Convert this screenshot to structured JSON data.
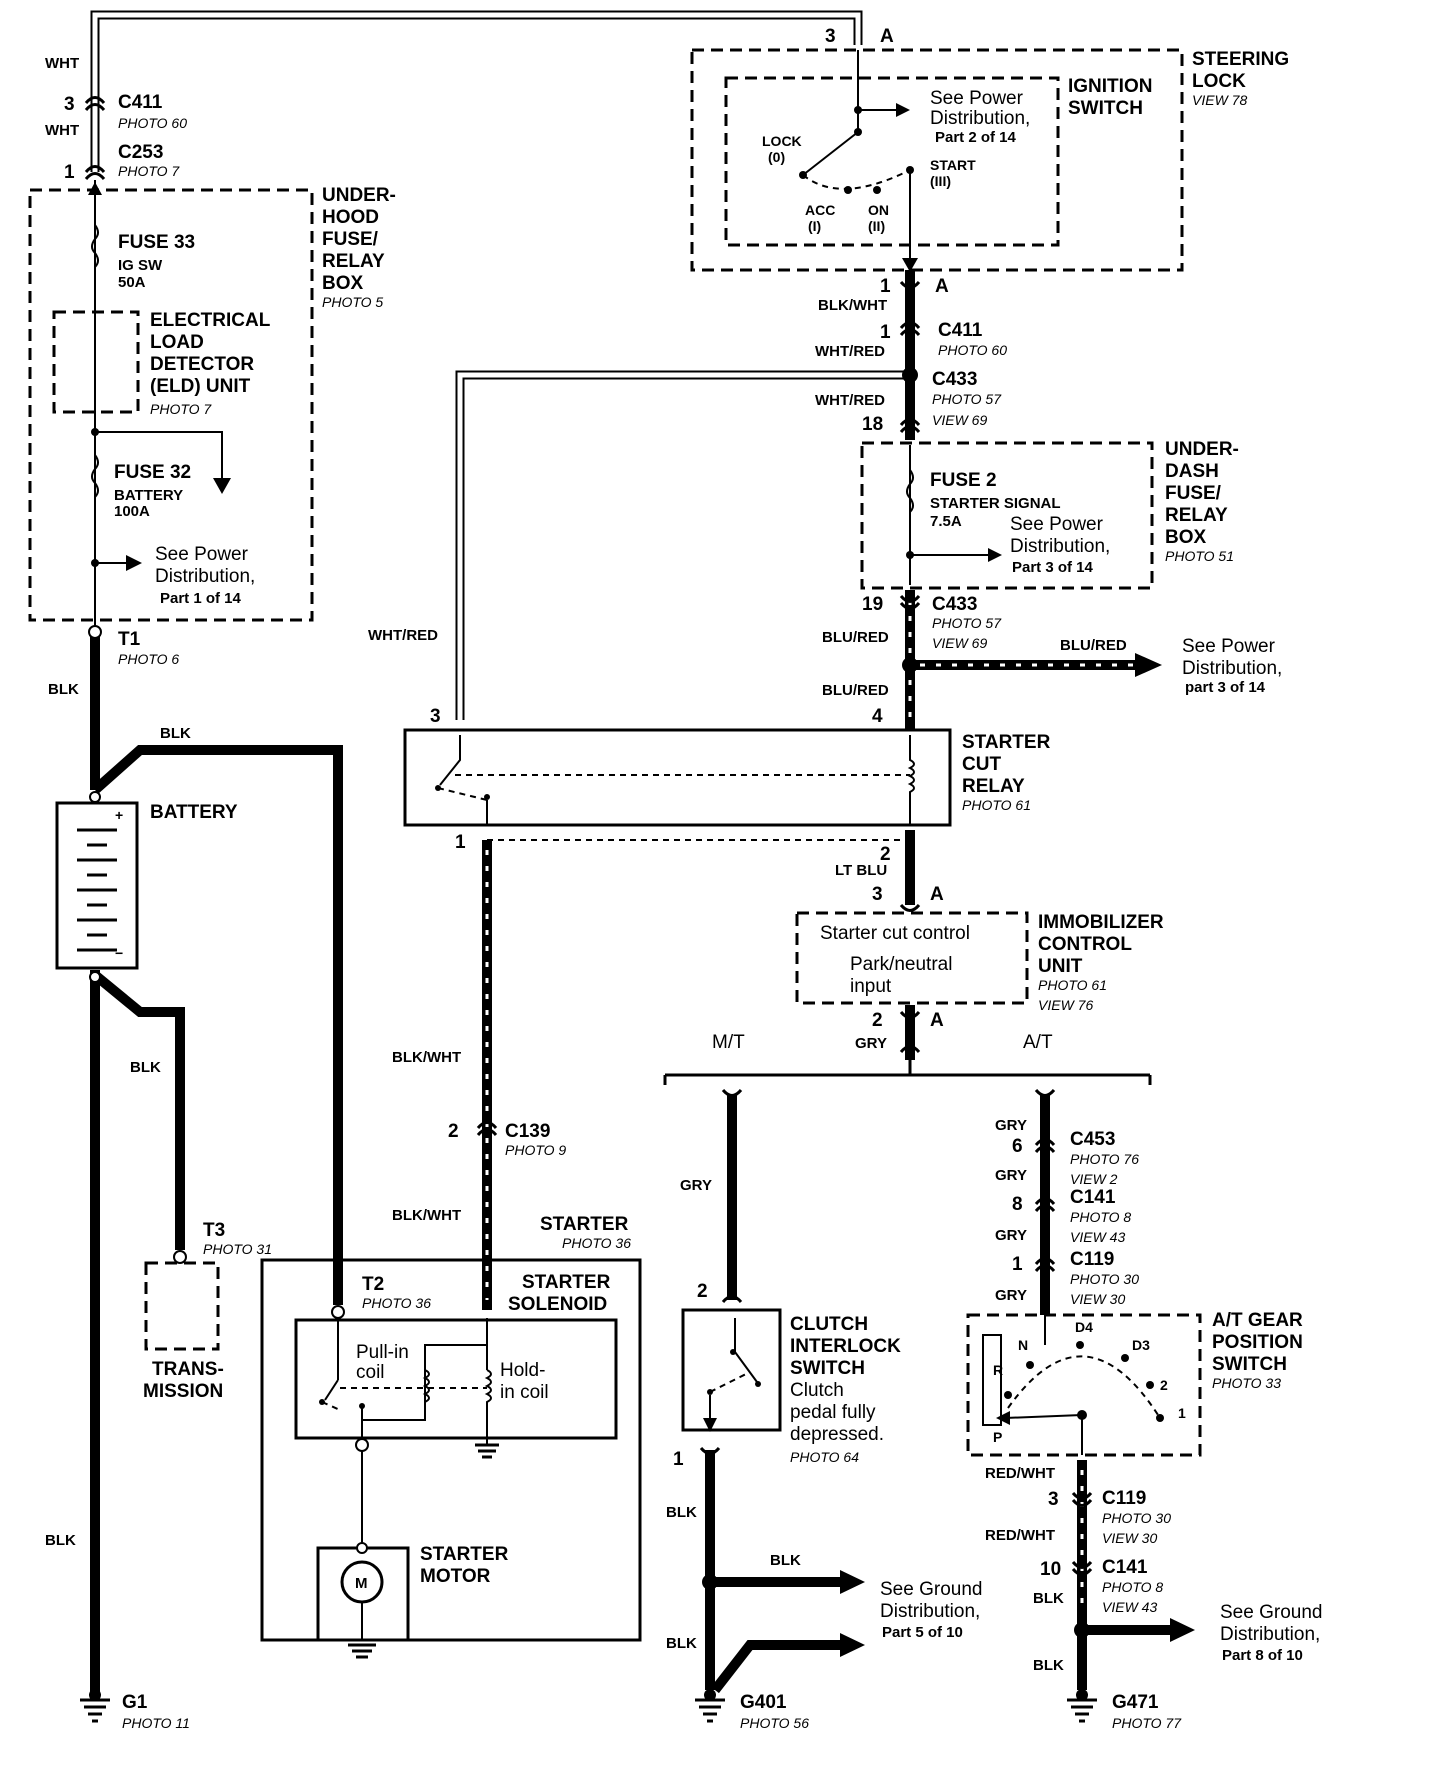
{
  "diagram": {
    "top_wire": {
      "pin_left": "3",
      "pin_right": "3",
      "pin_a": "A",
      "color": "WHT"
    },
    "c411_left": {
      "id": "C411",
      "photo": "PHOTO 60",
      "pin": "3",
      "wire": "WHT"
    },
    "c253": {
      "id": "C253",
      "photo": "PHOTO 7",
      "pin": "1"
    },
    "underhood": {
      "l1": "UNDER-",
      "l2": "HOOD",
      "l3": "FUSE/",
      "l4": "RELAY",
      "l5": "BOX",
      "photo": "PHOTO 5"
    },
    "fuse33": {
      "name": "FUSE 33",
      "l1": "IG SW",
      "l2": "50A"
    },
    "eld": {
      "l1": "ELECTRICAL",
      "l2": "LOAD",
      "l3": "DETECTOR",
      "l4": "(ELD) UNIT",
      "photo": "PHOTO 7"
    },
    "fuse32": {
      "name": "FUSE 32",
      "l1": "BATTERY",
      "l2": "100A"
    },
    "power1": {
      "l1": "See Power",
      "l2": "Distribution,",
      "l3": "Part 1 of 14"
    },
    "t1": {
      "id": "T1",
      "photo": "PHOTO 6",
      "wire": "BLK"
    },
    "battery": {
      "label": "BATTERY",
      "wire_top": "BLK",
      "wire_mid": "BLK",
      "wire_low": "BLK"
    },
    "t3": {
      "id": "T3",
      "photo": "PHOTO 31"
    },
    "transmission": {
      "l1": "TRANS-",
      "l2": "MISSION"
    },
    "g1": {
      "id": "G1",
      "photo": "PHOTO 11"
    },
    "starter": {
      "label": "STARTER",
      "photo": "PHOTO 36"
    },
    "t2": {
      "id": "T2",
      "photo": "PHOTO 36"
    },
    "solenoid": {
      "l1": "STARTER",
      "l2": "SOLENOID",
      "pull1": "Pull-in",
      "pull2": "coil",
      "hold1": "Hold-",
      "hold2": "in coil"
    },
    "motor": {
      "l1": "STARTER",
      "l2": "MOTOR",
      "symbol": "M"
    },
    "c139": {
      "id": "C139",
      "photo": "PHOTO 9",
      "pin": "2",
      "wire_top": "BLK/WHT",
      "wire_bot": "BLK/WHT"
    },
    "relay": {
      "l1": "STARTER",
      "l2": "CUT",
      "l3": "RELAY",
      "photo": "PHOTO 61",
      "pin1": "1",
      "pin2": "2",
      "pin3": "3",
      "pin4": "4",
      "wire_left": "WHT/RED"
    },
    "steering": {
      "l1": "STEERING",
      "l2": "LOCK",
      "view": "VIEW 78"
    },
    "ignition": {
      "l1": "IGNITION",
      "l2": "SWITCH",
      "p1": "See Power",
      "p2": "Distribution,",
      "p3": "Part 2 of 14",
      "lock": "LOCK",
      "lock0": "(0)",
      "acc": "ACC",
      "acc1": "(I)",
      "on": "ON",
      "on2": "(II)",
      "start": "START",
      "start3": "(III)"
    },
    "ign_out": {
      "pin": "1",
      "a": "A",
      "wire": "BLK/WHT"
    },
    "c411_right": {
      "id": "C411",
      "photo": "PHOTO 60",
      "pin": "1",
      "wire": "WHT/RED"
    },
    "c433_top": {
      "id": "C433",
      "photo": "PHOTO 57",
      "view": "VIEW 69",
      "pin": "18",
      "wire": "WHT/RED"
    },
    "underdash": {
      "l1": "UNDER-",
      "l2": "DASH",
      "l3": "FUSE/",
      "l4": "RELAY",
      "l5": "BOX",
      "photo": "PHOTO 51"
    },
    "fuse2": {
      "name": "FUSE 2",
      "l1": "STARTER SIGNAL",
      "l2": "7.5A",
      "p1": "See Power",
      "p2": "Distribution,",
      "p3": "Part 3 of 14"
    },
    "c433_bot": {
      "id": "C433",
      "photo": "PHOTO 57",
      "view": "VIEW 69",
      "pin": "19",
      "wire": "BLU/RED",
      "wire2": "BLU/RED"
    },
    "power3": {
      "wire": "BLU/RED",
      "l1": "See Power",
      "l2": "Distribution,",
      "l3": "part 3 of 14"
    },
    "immob": {
      "l1": "IMMOBILIZER",
      "l2": "CONTROL",
      "l3": "UNIT",
      "photo": "PHOTO 61",
      "view": "VIEW 76",
      "in1": "Starter cut control",
      "in2": "Park/neutral",
      "in3": "input",
      "pin3": "3",
      "a3": "A",
      "pin2": "2",
      "a2": "A",
      "wire_in": "LT BLU",
      "wire_out": "GRY"
    },
    "branch": {
      "mt": "M/T",
      "at": "A/T"
    },
    "mt_wire": "GRY",
    "clutch": {
      "l1": "CLUTCH",
      "l2": "INTERLOCK",
      "l3": "SWITCH",
      "d1": "Clutch",
      "d2": "pedal fully",
      "d3": "depressed.",
      "photo": "PHOTO 64",
      "pin2": "2",
      "pin1": "1"
    },
    "ground5": {
      "wire": "BLK",
      "l1": "See Ground",
      "l2": "Distribution,",
      "l3": "Part 5 of 10",
      "wire_low": "BLK",
      "wire_up": "BLK"
    },
    "g401": {
      "id": "G401",
      "photo": "PHOTO 56"
    },
    "c453": {
      "id": "C453",
      "photo": "PHOTO 76",
      "view": "VIEW 2",
      "pin": "6",
      "wire": "GRY"
    },
    "c141a": {
      "id": "C141",
      "photo": "PHOTO 8",
      "view": "VIEW 43",
      "pin": "8",
      "wire": "GRY"
    },
    "c119a": {
      "id": "C119",
      "photo": "PHOTO 30",
      "view": "VIEW 30",
      "pin": "1",
      "wire": "GRY",
      "wire2": "GRY"
    },
    "atgear": {
      "l1": "A/T GEAR",
      "l2": "POSITION",
      "l3": "SWITCH",
      "photo": "PHOTO 33",
      "n": "N",
      "d4": "D4",
      "d3": "D3",
      "r": "R",
      "two": "2",
      "one": "1",
      "p": "P"
    },
    "c119b": {
      "id": "C119",
      "photo": "PHOTO 30",
      "view": "VIEW 30",
      "pin": "3",
      "wire": "RED/WHT"
    },
    "c141b": {
      "id": "C141",
      "photo": "PHOTO 8",
      "view": "VIEW 43",
      "pin": "10",
      "wire": "RED/WHT"
    },
    "ground8": {
      "wire": "BLK",
      "l1": "See Ground",
      "l2": "Distribution,",
      "l3": "Part 8 of 10",
      "wire_low": "BLK"
    },
    "g471": {
      "id": "G471",
      "photo": "PHOTO 77"
    }
  }
}
